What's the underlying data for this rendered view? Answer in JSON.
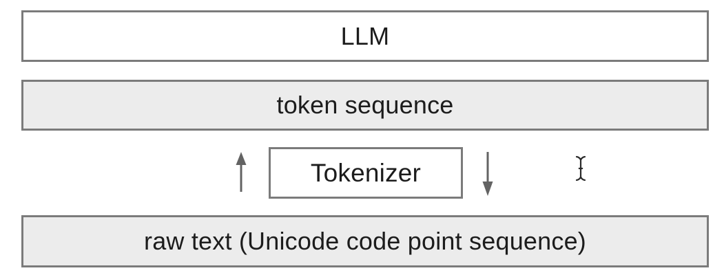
{
  "diagram": {
    "title": "tokenizer-pipeline-diagram",
    "boxes": {
      "llm": {
        "label": "LLM",
        "fill": "#ffffff"
      },
      "token_sequence": {
        "label": "token sequence",
        "fill": "#ececec"
      },
      "tokenizer": {
        "label": "Tokenizer",
        "fill": "#ffffff"
      },
      "raw_text": {
        "label": "raw text (Unicode code point sequence)",
        "fill": "#ececec"
      }
    },
    "icons": {
      "up_arrow": "arrow-up",
      "down_arrow": "arrow-down",
      "text_cursor": "i-beam-text-cursor"
    },
    "colors": {
      "background": "#ffffff",
      "box_border": "#7b7b7b",
      "box_fill_gray": "#ececec",
      "box_fill_white": "#ffffff",
      "arrow": "#636363",
      "text": "#1c1c1c"
    }
  }
}
